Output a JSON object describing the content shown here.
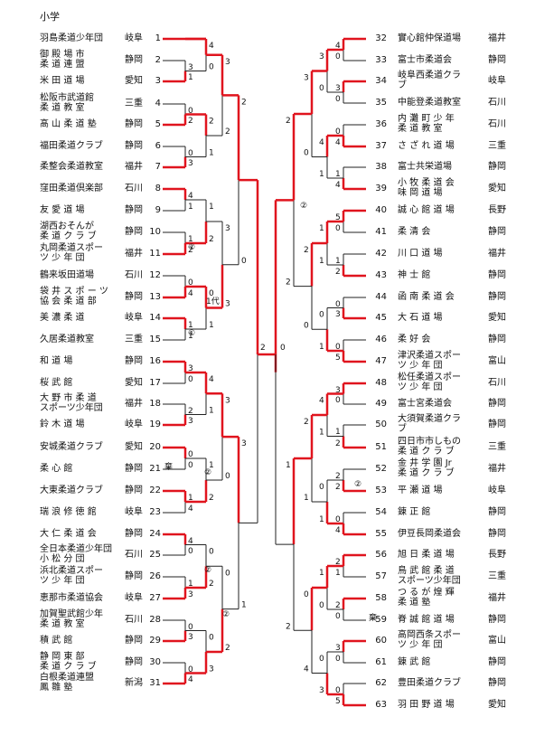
{
  "title": "小学",
  "left_teams": [
    {
      "seed": "1",
      "name": "羽島柔道少年団",
      "pref": "岐阜"
    },
    {
      "seed": "2",
      "name": "御 殿 場 市\n柔 道 連 盟",
      "pref": "静岡"
    },
    {
      "seed": "3",
      "name": "米 田 道 場",
      "pref": "愛知"
    },
    {
      "seed": "4",
      "name": "松阪市武道館\n柔 道 教 室",
      "pref": "三重"
    },
    {
      "seed": "5",
      "name": "髙 山 柔 道 塾",
      "pref": "静岡"
    },
    {
      "seed": "6",
      "name": "福田柔道クラブ",
      "pref": "静岡"
    },
    {
      "seed": "7",
      "name": "柔整会柔道教室",
      "pref": "福井"
    },
    {
      "seed": "8",
      "name": "窪田柔道倶楽部",
      "pref": "石川"
    },
    {
      "seed": "9",
      "name": "友 愛 道 場",
      "pref": "静岡"
    },
    {
      "seed": "10",
      "name": "湖西おそんが\n柔 道 ク ラ ブ",
      "pref": "静岡"
    },
    {
      "seed": "11",
      "name": "丸岡柔道スポー\nツ 少 年 団",
      "pref": "福井"
    },
    {
      "seed": "12",
      "name": "鶴来坂田道場",
      "pref": "石川"
    },
    {
      "seed": "13",
      "name": "袋 井 ス ポ ー ツ\n協 会 柔 道 部",
      "pref": "静岡"
    },
    {
      "seed": "14",
      "name": "美 濃 柔 道",
      "pref": "岐阜"
    },
    {
      "seed": "15",
      "name": "久居柔道教室",
      "pref": "三重"
    },
    {
      "seed": "16",
      "name": "和 道 場",
      "pref": "静岡"
    },
    {
      "seed": "17",
      "name": "桜 武 館",
      "pref": "愛知"
    },
    {
      "seed": "18",
      "name": "大 野 市 柔 道\nスポーツ少年団",
      "pref": "福井"
    },
    {
      "seed": "19",
      "name": "鈴 木 道 場",
      "pref": "岐阜"
    },
    {
      "seed": "20",
      "name": "安城柔道クラブ",
      "pref": "愛知"
    },
    {
      "seed": "21",
      "name": "柔 心 館",
      "pref": "静岡"
    },
    {
      "seed": "22",
      "name": "大東柔道クラブ",
      "pref": "静岡"
    },
    {
      "seed": "23",
      "name": "瑞 浪 修 徳 館",
      "pref": "岐阜"
    },
    {
      "seed": "24",
      "name": "大 仁 柔 道 会",
      "pref": "静岡"
    },
    {
      "seed": "25",
      "name": "全日本柔道少年団\n小 松 分 団",
      "pref": "石川"
    },
    {
      "seed": "26",
      "name": "浜北柔道スポー\nツ 少 年 団",
      "pref": "静岡"
    },
    {
      "seed": "27",
      "name": "恵那市柔道協会",
      "pref": "岐阜"
    },
    {
      "seed": "28",
      "name": "加賀聖武館少年\n柔 道 教 室",
      "pref": "石川"
    },
    {
      "seed": "29",
      "name": "積 武 館",
      "pref": "静岡"
    },
    {
      "seed": "30",
      "name": "静 岡 東 部\n柔 道 ク ラ ブ",
      "pref": "静岡"
    },
    {
      "seed": "31",
      "name": "白根柔道連盟\n鳳 雛 塾",
      "pref": "新潟"
    }
  ],
  "right_teams": [
    {
      "seed": "32",
      "name": "實心館仲保道場",
      "pref": "福井"
    },
    {
      "seed": "33",
      "name": "富士市柔道会",
      "pref": "静岡"
    },
    {
      "seed": "34",
      "name": "岐阜西柔道クラ\nブ",
      "pref": "岐阜"
    },
    {
      "seed": "35",
      "name": "中能登柔道教室",
      "pref": "石川"
    },
    {
      "seed": "36",
      "name": "内 灘 町 少 年\n柔 道 教 室",
      "pref": "石川"
    },
    {
      "seed": "37",
      "name": "さ ざ れ 道 場",
      "pref": "三重"
    },
    {
      "seed": "38",
      "name": "富士共栄道場",
      "pref": "静岡"
    },
    {
      "seed": "39",
      "name": "小 牧 柔 道 会\n味 岡 道 場",
      "pref": "愛知"
    },
    {
      "seed": "40",
      "name": "誠 心 館 道 場",
      "pref": "長野"
    },
    {
      "seed": "41",
      "name": "柔 清 会",
      "pref": "静岡"
    },
    {
      "seed": "42",
      "name": "川 口 道 場",
      "pref": "福井"
    },
    {
      "seed": "43",
      "name": "神 士 館",
      "pref": "静岡"
    },
    {
      "seed": "44",
      "name": "函 南 柔 道 会",
      "pref": "静岡"
    },
    {
      "seed": "45",
      "name": "大 石 道 場",
      "pref": "愛知"
    },
    {
      "seed": "46",
      "name": "柔 好 会",
      "pref": "静岡"
    },
    {
      "seed": "47",
      "name": "津沢柔道スポー\nツ 少 年 団",
      "pref": "富山"
    },
    {
      "seed": "48",
      "name": "松任柔道スポー\nツ 少 年 団",
      "pref": "石川"
    },
    {
      "seed": "49",
      "name": "富士宮柔道会",
      "pref": "静岡"
    },
    {
      "seed": "50",
      "name": "大須賀柔道クラ\nブ",
      "pref": "静岡"
    },
    {
      "seed": "51",
      "name": "四日市市しもの\n柔 道 ク ラ ブ",
      "pref": "三重"
    },
    {
      "seed": "52",
      "name": "金 井 学 園 Jr\n柔 道 ク ラ ブ",
      "pref": "福井"
    },
    {
      "seed": "53",
      "name": "平 瀬 道 場",
      "pref": "岐阜"
    },
    {
      "seed": "54",
      "name": "錬 正 館",
      "pref": "静岡"
    },
    {
      "seed": "55",
      "name": "伊豆長岡柔道会",
      "pref": "静岡"
    },
    {
      "seed": "56",
      "name": "旭 日 柔 道 場",
      "pref": "長野"
    },
    {
      "seed": "57",
      "name": "鳥 武 館 柔 道\nスポーツ少年団",
      "pref": "三重"
    },
    {
      "seed": "58",
      "name": "つ る が 煌 輝\n柔 道 塾",
      "pref": "福井"
    },
    {
      "seed": "59",
      "name": "脊 誠 館 道 場",
      "pref": "静岡"
    },
    {
      "seed": "60",
      "name": "高岡西条スポー\nツ 少 年 団",
      "pref": "富山"
    },
    {
      "seed": "61",
      "name": "錬 武 館",
      "pref": "静岡"
    },
    {
      "seed": "62",
      "name": "豊田柔道クラブ",
      "pref": "静岡"
    },
    {
      "seed": "63",
      "name": "羽 田 野 道 場",
      "pref": "愛知"
    }
  ],
  "notes": {
    "tai": "1代",
    "fusen_left": "棄",
    "fusen_right": "棄",
    "c1": "①",
    "c2": "②"
  },
  "final_score": {
    "left": "2",
    "right": "0"
  }
}
